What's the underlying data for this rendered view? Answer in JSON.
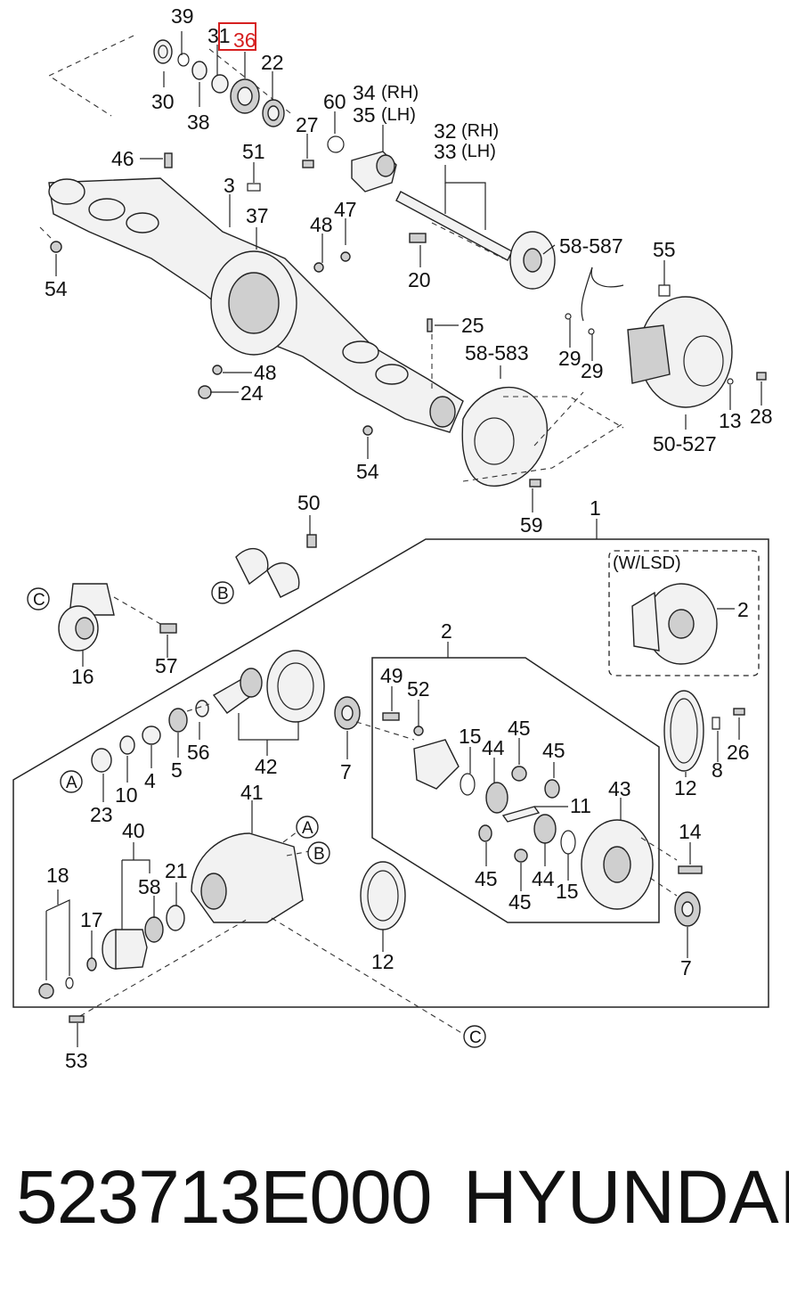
{
  "callouts": {
    "c39": "39",
    "c31": "31",
    "c36": "36",
    "c22": "22",
    "c30": "30",
    "c38": "38",
    "c60": "60",
    "c34": "34",
    "c34rh": "(RH)",
    "c35": "35",
    "c35lh": "(LH)",
    "c27": "27",
    "c32": "32",
    "c32rh": "(RH)",
    "c33": "33",
    "c33lh": "(LH)",
    "c46": "46",
    "c51": "51",
    "c3": "3",
    "c37": "37",
    "c47": "47",
    "c48a": "48",
    "c20": "20",
    "c58_587": "58-587",
    "c55": "55",
    "c54a": "54",
    "c25": "25",
    "c29a": "29",
    "c29b": "29",
    "c58_583": "58-583",
    "c48b": "48",
    "c24": "24",
    "c13": "13",
    "c28": "28",
    "c50_527": "50-527",
    "c54b": "54",
    "c59": "59",
    "c1": "1",
    "c50": "50",
    "cWLSD": "(W/LSD)",
    "c2a": "2",
    "c16": "16",
    "c57": "57",
    "c2b": "2",
    "c49": "49",
    "c52": "52",
    "c7a": "7",
    "c42": "42",
    "c56": "56",
    "c5": "5",
    "c4": "4",
    "c10": "10",
    "c23": "23",
    "c15a": "15",
    "c44a": "44",
    "c45a": "45",
    "c45b": "45",
    "c11": "11",
    "c43": "43",
    "c12a": "12",
    "c8": "8",
    "c26": "26",
    "c41": "41",
    "c40": "40",
    "c58": "58",
    "c21": "21",
    "c18": "18",
    "c17": "17",
    "c45c": "45",
    "c44b": "44",
    "c15b": "15",
    "c45d": "45",
    "c14": "14",
    "c12b": "12",
    "c7b": "7",
    "c53": "53"
  },
  "refs": {
    "C": "C",
    "B": "B",
    "A": "A"
  },
  "highlight": {
    "part_callout": "36",
    "color": "#d62020"
  },
  "footer": {
    "part_number": "523713E000",
    "brand": "HYUNDAI"
  }
}
